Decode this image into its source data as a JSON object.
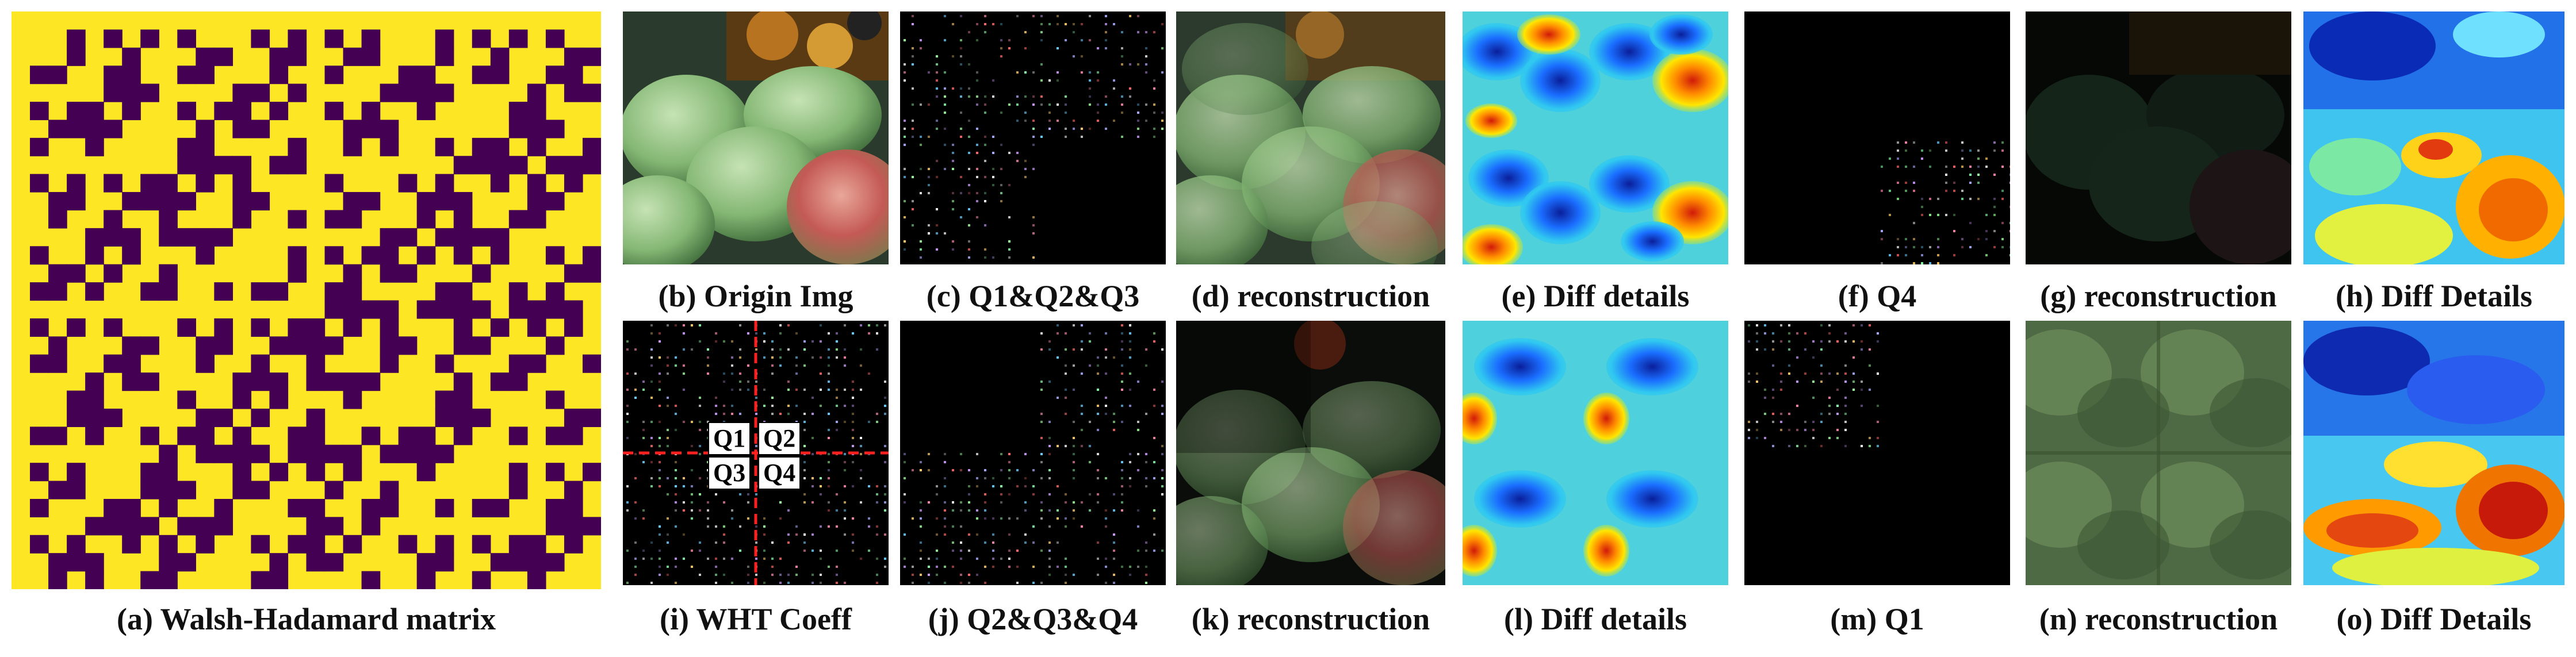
{
  "figure": {
    "walsh_matrix": {
      "caption": "(a) Walsh-Hadamard matrix",
      "colors": {
        "high": "#fde725",
        "low": "#440154"
      }
    },
    "panels": [
      {
        "id": "b",
        "caption": "(b) Origin Img"
      },
      {
        "id": "c",
        "caption": "(c) Q1&Q2&Q3"
      },
      {
        "id": "d",
        "caption": "(d) reconstruction"
      },
      {
        "id": "e",
        "caption": "(e) Diff details"
      },
      {
        "id": "f",
        "caption": "(f) Q4"
      },
      {
        "id": "g",
        "caption": "(g) reconstruction"
      },
      {
        "id": "h",
        "caption": "(h) Diff Details"
      },
      {
        "id": "i",
        "caption": "(i) WHT Coeff"
      },
      {
        "id": "j",
        "caption": "(j) Q2&Q3&Q4"
      },
      {
        "id": "k",
        "caption": "(k) reconstruction"
      },
      {
        "id": "l",
        "caption": "(l) Diff details"
      },
      {
        "id": "m",
        "caption": "(m) Q1"
      },
      {
        "id": "n",
        "caption": "(n) reconstruction"
      },
      {
        "id": "o",
        "caption": "(o) Diff Details"
      }
    ],
    "quadrant_labels": [
      "Q1",
      "Q2",
      "Q3",
      "Q4"
    ]
  }
}
